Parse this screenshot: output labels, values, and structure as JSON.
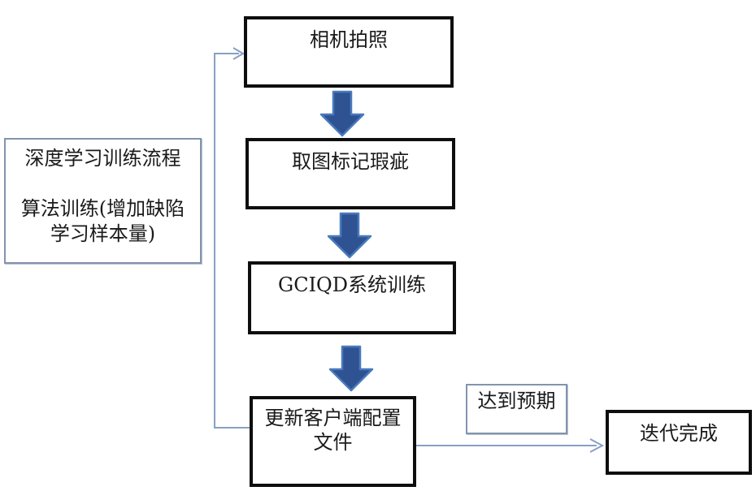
{
  "diagram": {
    "legend": {
      "line1": "深度学习训练流程",
      "line2": "算法训练(增加缺陷",
      "line3": "学习样本量)"
    },
    "steps": {
      "camera": {
        "label": "相机拍照"
      },
      "mark_defects": {
        "label": "取图标记瑕疵"
      },
      "system_training": {
        "label": "GCIQD系统训练"
      },
      "update_config": {
        "line1": "更新客户端配置",
        "line2": "文件"
      },
      "iteration_done": {
        "label": "迭代完成"
      }
    },
    "condition_label": "达到预期",
    "colors": {
      "process_border": "#0e0e0e",
      "label_border": "#8294ad",
      "connector": "#87a0c4",
      "block_arrow_fill": "#2f5293",
      "block_arrow_stroke": "#4a7abc",
      "background": "#ffffff"
    }
  }
}
